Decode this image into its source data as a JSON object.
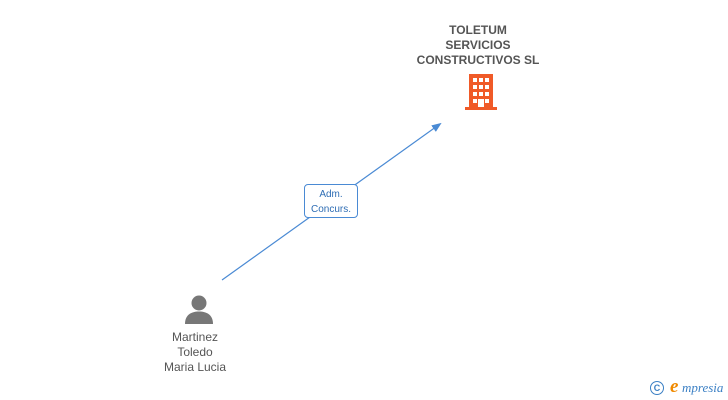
{
  "company": {
    "name": "TOLETUM\nSERVICIOS\nCONSTRUCTIVOS SL",
    "icon": "building-icon",
    "icon_color": "#f05a28"
  },
  "person": {
    "name": "Martinez\nToledo\nMaria Lucia",
    "icon": "person-icon",
    "icon_color": "#777777"
  },
  "relation": {
    "label": "Adm.\nConcurs.",
    "color": "#4a8ad4"
  },
  "brand": {
    "copyright_symbol": "C",
    "initial": "e",
    "rest": "mpresia",
    "primary_color": "#3a7fc4",
    "accent_color": "#f08a00"
  }
}
